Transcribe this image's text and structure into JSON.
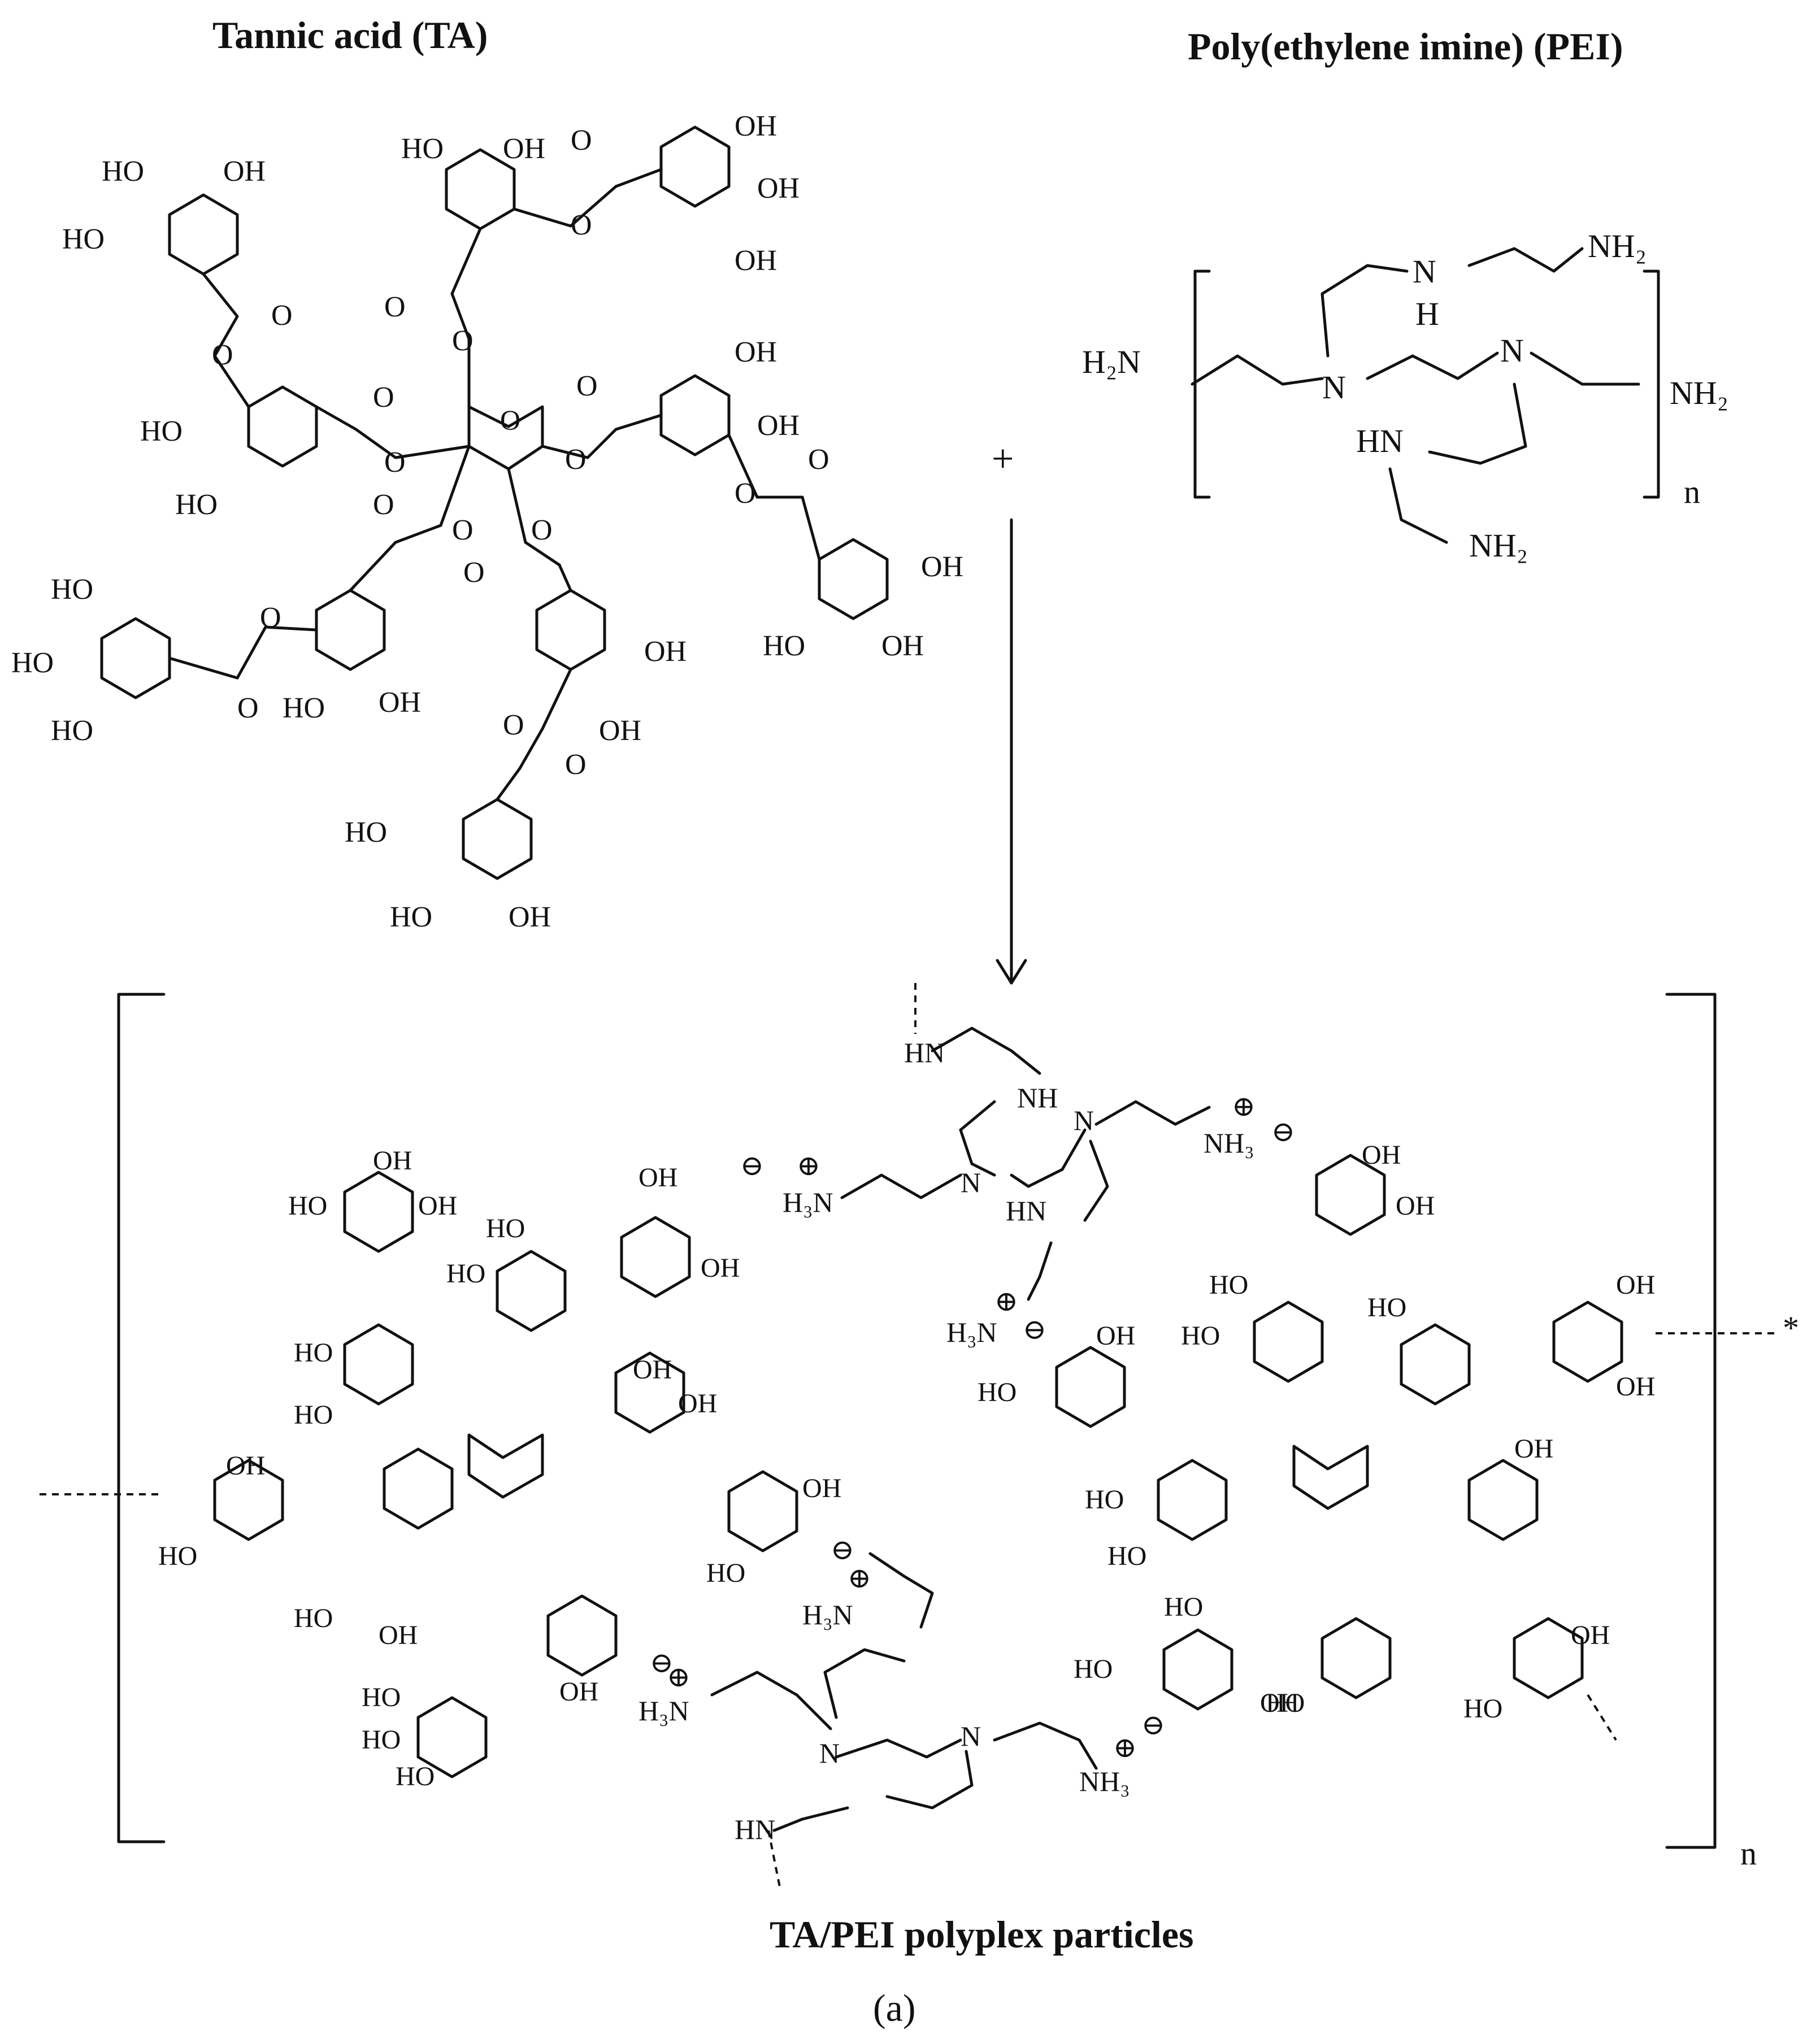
{
  "titles": {
    "ta": "Tannic acid (TA)",
    "pei": "Poly(ethylene imine) (PEI)",
    "product": "TA/PEI polyplex particles"
  },
  "caption": "(a)",
  "reaction": {
    "plus": "+"
  },
  "pei_labels": {
    "h2n_left": "H₂N",
    "nh2_top": "NH₂",
    "nh_top_n": "N",
    "nh_top_h": "H",
    "n_center_left": "N",
    "n_center_right": "N",
    "nh2_right": "NH₂",
    "hn": "HN",
    "nh2_bottom": "NH₂",
    "repeat_n": "n"
  },
  "ta_labels": {
    "o_ring": "O",
    "ho": "HO",
    "oh": "OH",
    "o": "O"
  },
  "product_labels": {
    "repeat_n": "n",
    "star": "*",
    "hn": "HN",
    "nh": "NH",
    "n": "N",
    "h3n_plus": "H₃N",
    "nh3_plus": "NH₃",
    "plus": "⊕",
    "minus": "⊖"
  }
}
